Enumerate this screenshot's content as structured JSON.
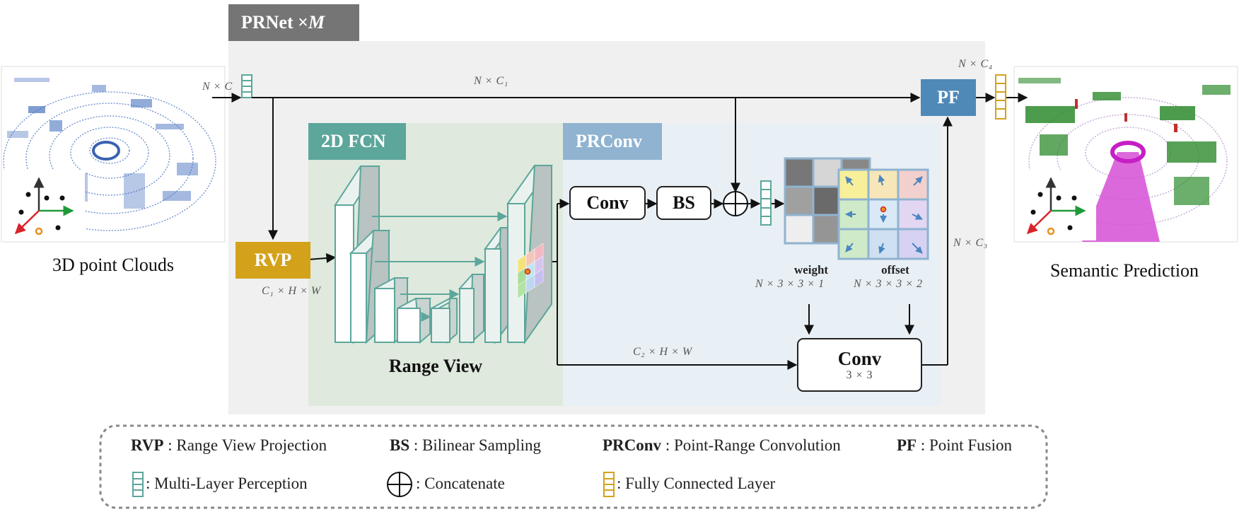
{
  "header": {
    "main_title": "PRNet × ",
    "main_title_var": "M"
  },
  "sections": {
    "fcn_title": "2D FCN",
    "prconv_title": "PRConv",
    "range_view": "Range View"
  },
  "blocks": {
    "rvp": "RVP",
    "conv": "Conv",
    "bs": "BS",
    "pf": "PF",
    "conv33_title": "Conv",
    "conv33_sub": "3 × 3"
  },
  "dims": {
    "input": "N × C",
    "c1": "N × C₁",
    "c4": "N × C₄",
    "c3": "N × C₃",
    "rvp_out": "C₁ × H × W",
    "c2": "C₂ × H × W",
    "weight_dim": "N × 3 × 3 × 1",
    "offset_dim": "N × 3 × 3 × 2"
  },
  "labels": {
    "weight": "weight",
    "offset": "offset",
    "input_caption": "3D point Clouds",
    "output_caption": "Semantic Prediction"
  },
  "legend": {
    "rvp_key": "RVP",
    "rvp_desc": " : Range View Projection",
    "bs_key": "BS",
    "bs_desc": " : Bilinear Sampling",
    "prconv_key": "PRConv",
    "prconv_desc": " : Point-Range Convolution",
    "pf_key": "PF",
    "pf_desc": " : Point Fusion",
    "mlp_desc": ": Multi-Layer Perception",
    "concat_desc": ": Concatenate",
    "fc_desc": ": Fully Connected Layer"
  },
  "colors": {
    "main_bg": "#f0f0f0",
    "fcn_bg": "#dfe9dd",
    "prconv_bg": "#e8eff5",
    "title_gray": "#757575",
    "fcn_teal": "#5ca69b",
    "prconv_blue": "#8fb3d0",
    "rvp_gold": "#d4a21a",
    "pf_blue": "#4f89b8",
    "mlp_teal": "#5ca69b",
    "fc_gold": "#d4a21a"
  }
}
